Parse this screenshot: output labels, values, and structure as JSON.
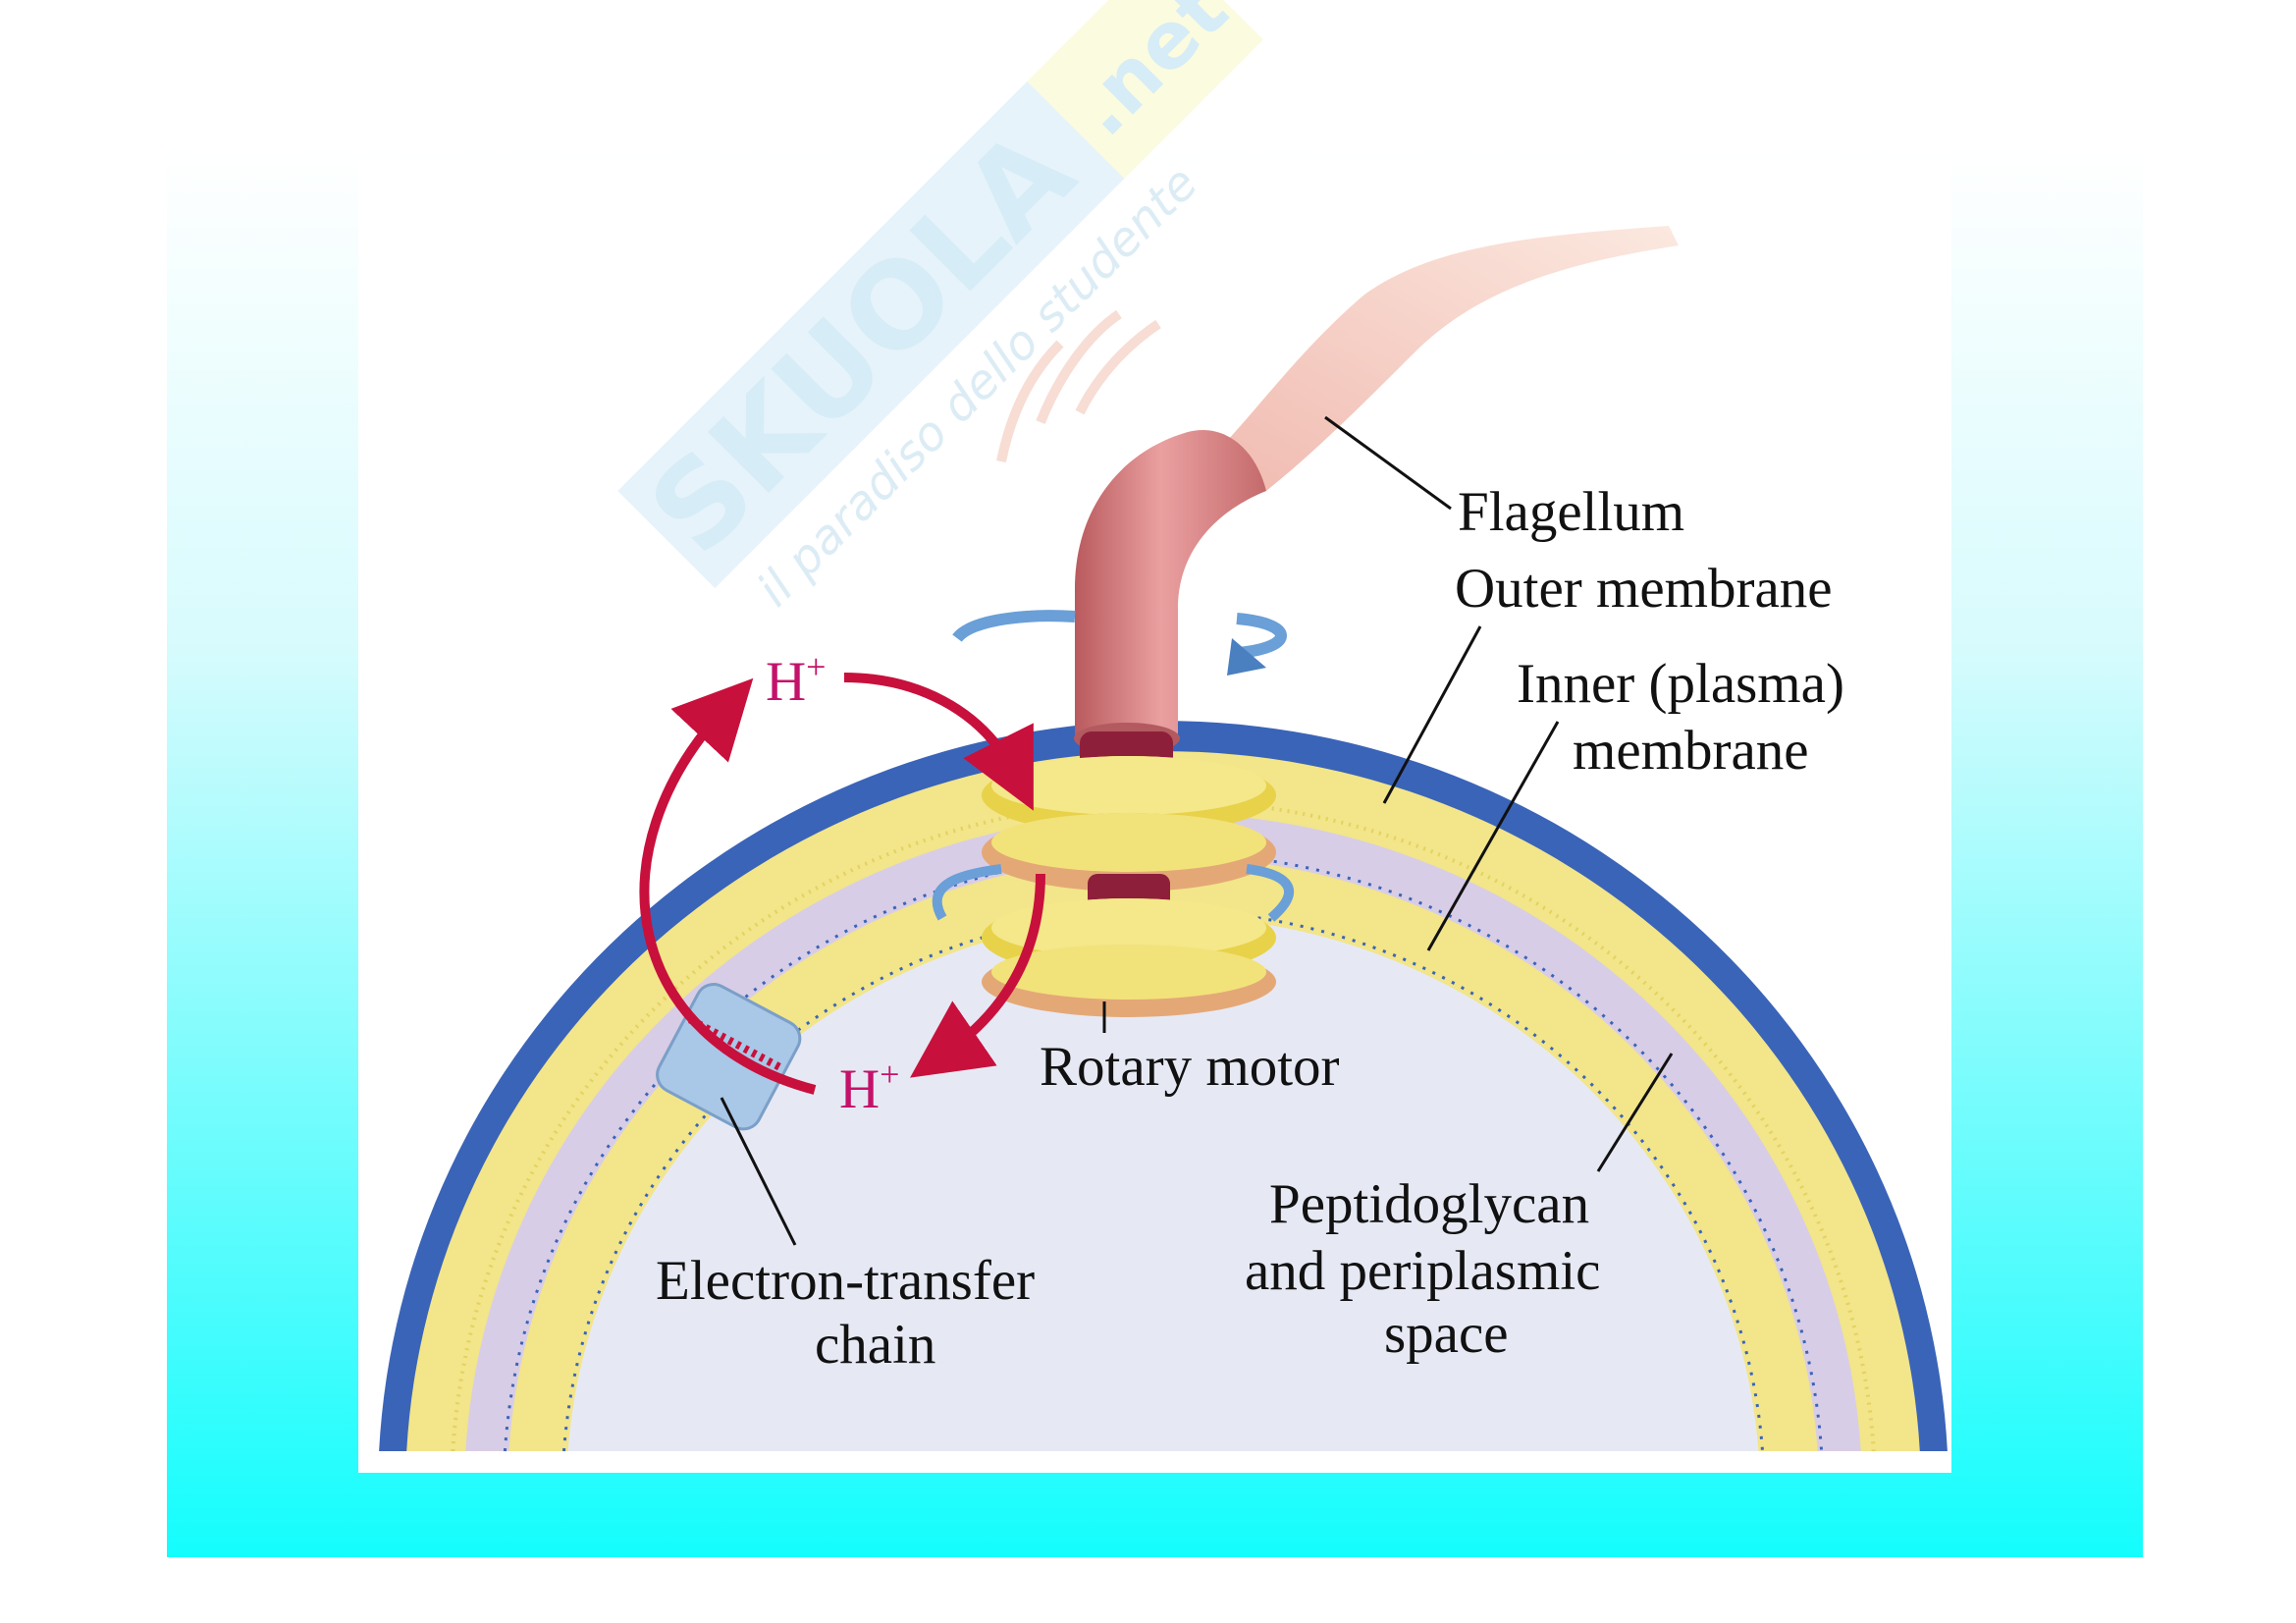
{
  "watermark": {
    "brand": "SKUOLA",
    "suffix": ".net",
    "tagline": "il paradiso dello studente"
  },
  "labels": {
    "flagellum": "Flagellum",
    "outer_membrane": "Outer membrane",
    "inner_membrane_line1": "Inner (plasma)",
    "inner_membrane_line2": "membrane",
    "rotary_motor": "Rotary motor",
    "etc_line1": "Electron-transfer",
    "etc_line2": "chain",
    "pg_line1": "Peptidoglycan",
    "pg_line2": "and periplasmic",
    "pg_line3": "space",
    "proton_top": {
      "base": "H",
      "sup": "+"
    },
    "proton_bottom": {
      "base": "H",
      "sup": "+"
    }
  },
  "colors": {
    "proton": "#c4126a",
    "arrow": "#c8103c",
    "outer_membrane": "#3a64b8",
    "background_bottom": "#1affff"
  }
}
